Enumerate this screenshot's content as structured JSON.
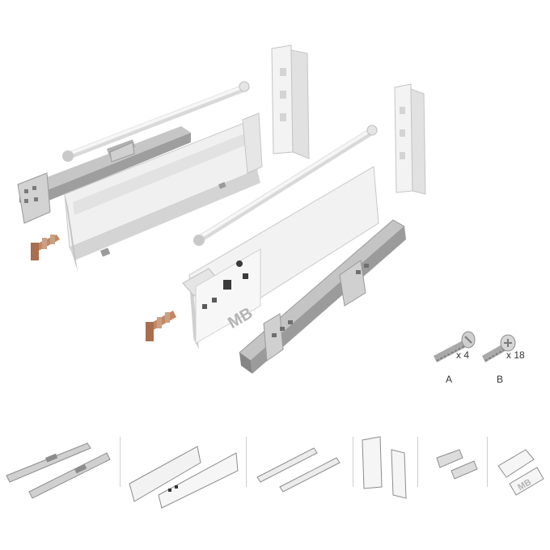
{
  "product": {
    "logo_text": "MB"
  },
  "screws": [
    {
      "name": "screw-a",
      "quantity": "x 4",
      "letter": "A"
    },
    {
      "name": "screw-b",
      "quantity": "x 18",
      "letter": "B"
    }
  ],
  "thumbnails": [
    {
      "name": "thumb-runners"
    },
    {
      "name": "thumb-side-panels"
    },
    {
      "name": "thumb-rails"
    },
    {
      "name": "thumb-brackets"
    },
    {
      "name": "thumb-front-clips"
    },
    {
      "name": "thumb-caps",
      "logo_text": "MB"
    }
  ],
  "colors": {
    "background": "#ffffff",
    "panel": "#f2f2f2",
    "panel_shade": "#d8d8d8",
    "metal": "#bcbcbc",
    "metal_dark": "#8d8d8d",
    "bronze": "#b07a5a"
  }
}
